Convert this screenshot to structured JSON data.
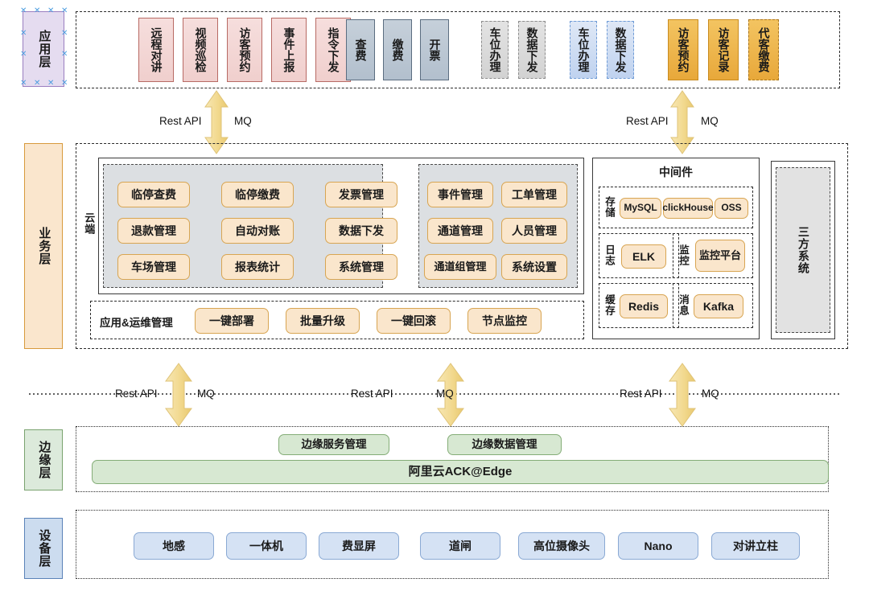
{
  "layers": {
    "app": {
      "label": "应用层"
    },
    "biz": {
      "label": "业务层"
    },
    "edge": {
      "label": "边缘层"
    },
    "dev": {
      "label": "设备层"
    }
  },
  "app_layer": {
    "group_red": [
      "远程对讲",
      "视频巡检",
      "访客预约",
      "事件上报",
      "指令下发"
    ],
    "group_gray": [
      "查费",
      "缴费",
      "开票"
    ],
    "group_gray_dashed": [
      "车位办理",
      "数据下发"
    ],
    "group_blue_dashed": [
      "车位办理",
      "数据下发"
    ],
    "group_orange": [
      "访客预约",
      "访客记录"
    ],
    "group_orange_dashed": [
      "代客缴费"
    ]
  },
  "connectors": {
    "rest_api": "Rest API",
    "mq": "MQ",
    "top_left": {
      "rest": "Rest API",
      "mq": "MQ"
    },
    "top_right": {
      "rest": "Rest API",
      "mq": "MQ"
    },
    "mid": [
      {
        "rest": "Rest API",
        "mq": "MQ"
      },
      {
        "rest": "Rest API",
        "mq": "MQ"
      },
      {
        "rest": "Rest API",
        "mq": "MQ"
      }
    ]
  },
  "business_layer": {
    "cloud_label": "云端",
    "group_a": [
      "临停查费",
      "临停缴费",
      "发票管理",
      "退款管理",
      "自动对账",
      "数据下发",
      "车场管理",
      "报表统计",
      "系统管理"
    ],
    "group_b": [
      "事件管理",
      "工单管理",
      "通道管理",
      "人员管理",
      "通道组管理",
      "系统设置"
    ],
    "ops": {
      "label": "应用&运维管理",
      "items": [
        "一键部署",
        "批量升级",
        "一键回滚",
        "节点监控"
      ]
    },
    "middleware": {
      "title": "中间件",
      "sections": [
        {
          "name": "存储",
          "items": [
            "MySQL",
            "clickHouse",
            "OSS"
          ]
        },
        {
          "name": "日志",
          "items": [
            "ELK"
          ]
        },
        {
          "name": "监控",
          "items": [
            "监控平台"
          ]
        },
        {
          "name": "缓存",
          "items": [
            "Redis"
          ]
        },
        {
          "name": "消息",
          "items": [
            "Kafka"
          ]
        }
      ]
    },
    "third_party": "三方系统"
  },
  "edge_layer": {
    "services": [
      "边缘服务管理",
      "边缘数据管理"
    ],
    "platform": "阿里云ACK@Edge"
  },
  "device_layer": {
    "devices": [
      "地感",
      "一体机",
      "费显屏",
      "道闸",
      "高位摄像头",
      "Nano",
      "对讲立柱"
    ]
  },
  "colors": {
    "red_tile": "#f0cfcd",
    "gray_tile": "#b8c4d0",
    "blue_tile": "#cfdef4",
    "orange_tile": "#eeb23f",
    "tan_pill": "#fae6cc",
    "green_pill": "#d7e8d2",
    "blue_pill": "#d5e2f4",
    "arrow": "#f5dd9a"
  }
}
